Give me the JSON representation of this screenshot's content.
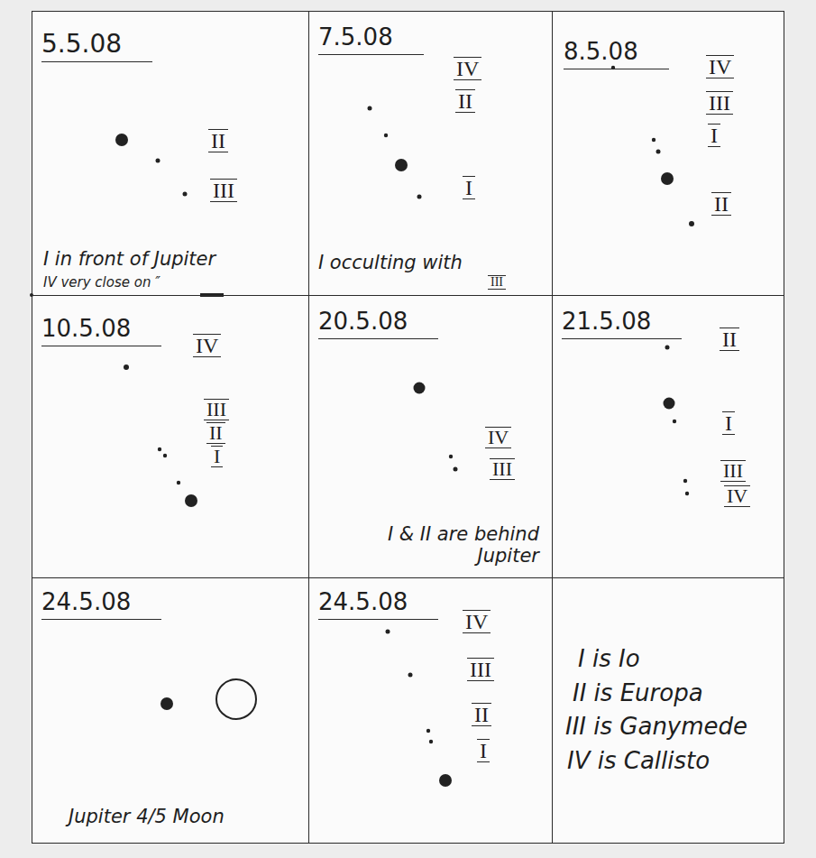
{
  "diagram": {
    "nodes": [
      {
        "text": [
          "5.5.08",
          "II",
          "III",
          "I in front of Jupiter",
          "IV very close on ″"
        ]
      },
      {
        "text": [
          "7.5.08",
          "IV",
          "II",
          "I",
          "I occulting with",
          "III"
        ]
      },
      {
        "text": [
          "8.5.08",
          "IV",
          "III",
          "I",
          "II"
        ]
      },
      {
        "text": [
          "10.5.08",
          "IV",
          "III",
          "II",
          "I"
        ]
      },
      {
        "text": [
          "20.5.08",
          "IV",
          "III",
          "I & II are behind Jupiter"
        ]
      },
      {
        "text": [
          "21.5.08",
          "II",
          "I",
          "III",
          "IV"
        ]
      },
      {
        "text": [
          "24.5.08",
          "Jupiter 4/5 Moon"
        ]
      },
      {
        "text": [
          "24.5.08",
          "IV",
          "III",
          "II",
          "I"
        ]
      },
      {
        "text": [
          "I is Io",
          "II is Europa",
          "III is Ganymede",
          "IV is Callisto"
        ]
      }
    ]
  }
}
